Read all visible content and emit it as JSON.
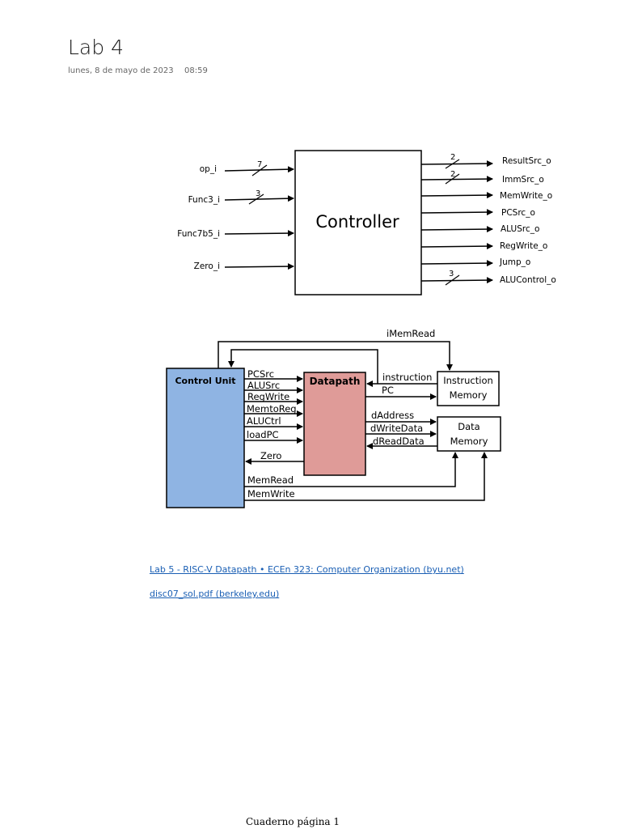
{
  "page": {
    "title": "Lab 4",
    "date": "lunes, 8 de mayo de 2023",
    "time": "08:59",
    "footer": "Cuaderno página 1"
  },
  "controller": {
    "block_label": "Controller",
    "inputs": [
      {
        "label": "op_i",
        "width": "7"
      },
      {
        "label": "Func3_i",
        "width": "3"
      },
      {
        "label": "Func7b5_i",
        "width": ""
      },
      {
        "label": "Zero_i",
        "width": ""
      }
    ],
    "outputs": [
      {
        "label": "ResultSrc_o",
        "width": "2"
      },
      {
        "label": "ImmSrc_o",
        "width": "2"
      },
      {
        "label": "MemWrite_o",
        "width": ""
      },
      {
        "label": "PCSrc_o",
        "width": ""
      },
      {
        "label": "ALUSrc_o",
        "width": ""
      },
      {
        "label": "RegWrite_o",
        "width": ""
      },
      {
        "label": "Jump_o",
        "width": ""
      },
      {
        "label": "ALUControl_o",
        "width": "3"
      }
    ]
  },
  "system": {
    "control_unit": "Control  Unit",
    "datapath": "Datapath",
    "instruction_memory": [
      "Instruction",
      "Memory"
    ],
    "data_memory": [
      "Data",
      "Memory"
    ],
    "signals": {
      "imemread": "iMemRead",
      "pcsrc": "PCSrc",
      "alusrc": "ALUSrc",
      "regwrite": "RegWrite",
      "memtoreg": "MemtoReg",
      "aluctrl": "ALUCtrl",
      "loadpc": "loadPC",
      "zero": "Zero",
      "memread": "MemRead",
      "memwrite": "MemWrite",
      "instruction": "instruction",
      "pc": "PC",
      "daddress": "dAddress",
      "dwritedata": "dWriteData",
      "dreaddata": "dReadData"
    },
    "colors": {
      "control_unit_fill": "#8fb4e3",
      "datapath_fill": "#df9b98"
    }
  },
  "links": [
    "Lab 5 - RISC-V Datapath • ECEn 323: Computer Organization (byu.net)",
    "disc07_sol.pdf (berkeley.edu)"
  ]
}
